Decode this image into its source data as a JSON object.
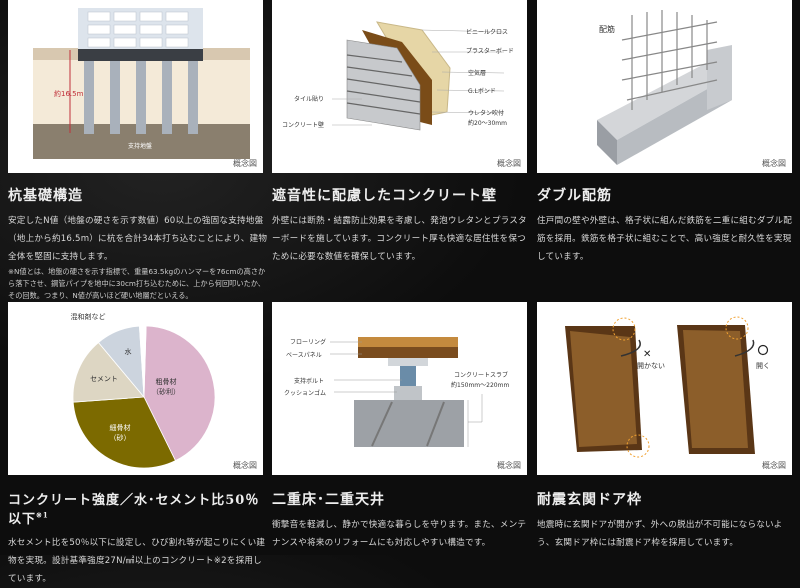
{
  "concept_label": "概念図",
  "sections": [
    {
      "title": "杭基礎構造",
      "body": "安定したN値（地盤の硬さを示す数値）60以上の強固な支持地盤（地上から約16.5m）に杭を合計34本打ち込むことにより、建物全体を堅固に支持します。",
      "note": "※N値とは、地盤の硬さを示す指標で、重量63.5kgのハンマーを76cmの高さから落下させ、鋼管パイプを地中に30cm打ち込むために、上から何回叩いたか、その回数。つまり、N値が高いほど硬い地層だといえる。",
      "figure": {
        "depth": "約16.5m",
        "ground": "支持地盤"
      }
    },
    {
      "title": "遮音性に配慮したコンクリート壁",
      "body": "外壁には断熱・結露防止効果を考慮し、発泡ウレタンとプラスターボードを施しています。コンクリート厚も快適な居住性を保つために必要な数値を確保しています。",
      "figure": {
        "labels": [
          "ビニールクロス",
          "プラスターボード",
          "空気層",
          "G.Lボンド",
          "ウレタン吹付",
          "約20～30mm",
          "タイル貼り",
          "コンクリート壁"
        ]
      }
    },
    {
      "title": "ダブル配筋",
      "body": "住戸間の壁や外壁は、格子状に組んだ鉄筋を二重に組むダブル配筋を採用。鉄筋を格子状に組むことで、高い強度と耐久性を実現しています。",
      "figure": {
        "label": "配筋"
      }
    },
    {
      "title": "コンクリート強度／水･セメント比50％以下",
      "title_sup": "※1",
      "body": "水セメント比を50％以下に設定し、ひび割れ等が起こりにくい建物を実現。設計基準強度27N/㎟以上のコンクリート※2を採用しています。",
      "figure": {
        "slices": [
          {
            "label": "粗骨材",
            "sub": "（砂利）",
            "value": 42,
            "color": "#dcb4cc"
          },
          {
            "label": "細骨材",
            "sub": "（砂）",
            "value": 31,
            "color": "#7c6a00"
          },
          {
            "label": "セメント",
            "sub": "",
            "value": 15,
            "color": "#ddd6c3"
          },
          {
            "label": "水",
            "sub": "",
            "value": 10,
            "color": "#ccd4de"
          },
          {
            "label": "混和剤など",
            "sub": "",
            "value": 1.5,
            "color": "#ffffff"
          }
        ]
      }
    },
    {
      "title": "二重床･二重天井",
      "body": "衝撃音を軽減し、静かで快適な暮らしを守ります。また、メンテナンスや将来のリフォームにも対応しやすい構造です。",
      "figure": {
        "labels": [
          "フローリング",
          "ベースパネル",
          "支持ボルト",
          "クッションゴム",
          "コンクリートスラブ",
          "約150mm～220mm"
        ]
      }
    },
    {
      "title": "耐震玄関ドア枠",
      "body": "地震時に玄関ドアが開かず、外への脱出が不可能にならないよう、玄関ドア枠には耐震ドア枠を採用しています。",
      "figure": {
        "ng": "開かない",
        "ok": "開く"
      }
    }
  ]
}
